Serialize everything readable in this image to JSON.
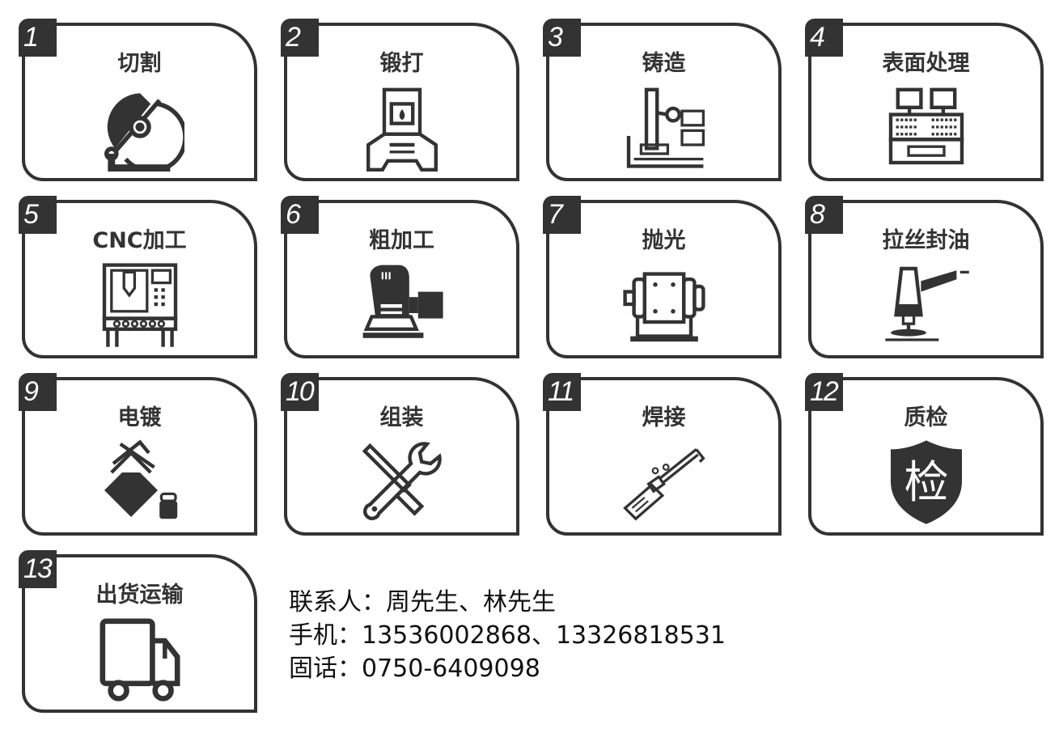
{
  "steps": [
    {
      "number": "1",
      "label": "切割",
      "icon": "cutting-saw-icon"
    },
    {
      "number": "2",
      "label": "锻打",
      "icon": "forging-press-icon"
    },
    {
      "number": "3",
      "label": "铸造",
      "icon": "casting-machine-icon"
    },
    {
      "number": "4",
      "label": "表面处理",
      "icon": "surface-treatment-machine-icon"
    },
    {
      "number": "5",
      "label": "CNC加工",
      "icon": "cnc-machine-icon"
    },
    {
      "number": "6",
      "label": "粗加工",
      "icon": "sander-icon"
    },
    {
      "number": "7",
      "label": "抛光",
      "icon": "polishing-drum-icon"
    },
    {
      "number": "8",
      "label": "拉丝封油",
      "icon": "brushing-machine-icon"
    },
    {
      "number": "9",
      "label": "电镀",
      "icon": "plating-bucket-icon"
    },
    {
      "number": "10",
      "label": "组装",
      "icon": "wrench-screwdriver-icon"
    },
    {
      "number": "11",
      "label": "焊接",
      "icon": "welding-torch-icon"
    },
    {
      "number": "12",
      "label": "质检",
      "icon": "inspection-shield-icon",
      "icon_text": "检"
    },
    {
      "number": "13",
      "label": "出货运输",
      "icon": "delivery-truck-icon"
    }
  ],
  "contact": {
    "people": "联系人：周先生、林先生",
    "mobile": "手机：13536002868、13326818531",
    "phone": "固话：0750-6409098"
  },
  "colors": {
    "primary": "#333333",
    "background": "#ffffff"
  }
}
